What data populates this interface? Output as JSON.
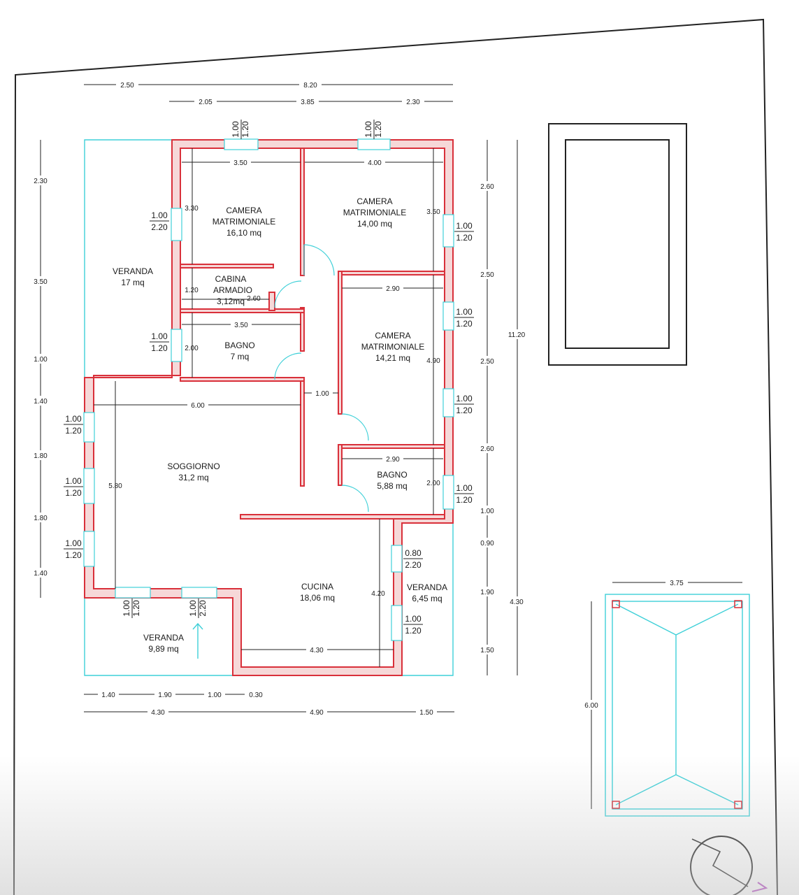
{
  "rooms": {
    "camera1": {
      "name_a": "CAMERA",
      "name_b": "MATRIMONIALE",
      "area": "16,10 mq"
    },
    "camera2": {
      "name_a": "CAMERA",
      "name_b": "MATRIMONIALE",
      "area": "14,00 mq"
    },
    "camera3": {
      "name_a": "CAMERA",
      "name_b": "MATRIMONIALE",
      "area": "14,21 mq"
    },
    "cabina": {
      "name_a": "CABINA",
      "name_b": "ARMADIO",
      "area": "3,12mq"
    },
    "bagno1": {
      "name": "BAGNO",
      "area": "7 mq"
    },
    "bagno2": {
      "name": "BAGNO",
      "area": "5,88 mq"
    },
    "soggiorno": {
      "name": "SOGGIORNO",
      "area": "31,2 mq"
    },
    "cucina": {
      "name": "CUCINA",
      "area": "18,06 mq"
    },
    "veranda_w": {
      "name": "VERANDA",
      "area": "17 mq"
    },
    "veranda_s": {
      "name": "VERANDA",
      "area": "9,89 mq"
    },
    "veranda_e": {
      "name": "VERANDA",
      "area": "6,45 mq"
    }
  },
  "dims_top": {
    "a": "2.50",
    "b": "8.20",
    "c": "2.05",
    "d": "3.85",
    "e": "2.30"
  },
  "dims_bottom": {
    "a": "1.40",
    "b": "1.90",
    "c": "1.00",
    "d": "0.30",
    "e": "4.30",
    "f": "4.90",
    "g": "1.50"
  },
  "dims_left": [
    "2.30",
    "3.50",
    "1.00",
    "1.40",
    "1.80",
    "1.80",
    "1.40"
  ],
  "dims_right_inner": [
    "2.60",
    "2.50",
    "2.50",
    "2.60",
    "1.00",
    "0.90",
    "1.90",
    "1.50"
  ],
  "dims_right_outer": {
    "a": "11.20",
    "b": "4.30"
  },
  "dims_internal": {
    "c1_w": "3.50",
    "c2_w": "4.00",
    "c1_h": "3.30",
    "c2_h": "3.50",
    "cab_h": "1.20",
    "cab_w": "2.60",
    "b1_w": "3.50",
    "b1_h": "2.00",
    "c3_w": "2.90",
    "c3_h": "4.90",
    "corr": "1.00",
    "sog_w": "6.00",
    "sog_h": "5.80",
    "b2_w": "2.90",
    "b2_h": "2.00",
    "cuc_h": "4.20",
    "cuc_w": "4.30"
  },
  "openings": {
    "w_top1_a": "1.00",
    "w_top1_b": "1.20",
    "w_top2_a": "1.00",
    "w_top2_b": "1.20",
    "d_c1_a": "1.00",
    "d_c1_b": "2.20",
    "w_c2_a": "1.00",
    "w_c2_b": "1.20",
    "w_b1_a": "1.00",
    "w_b1_b": "1.20",
    "w_c3a_a": "1.00",
    "w_c3a_b": "1.20",
    "w_c3b_a": "1.00",
    "w_c3b_b": "1.20",
    "w_s1_a": "1.00",
    "w_s1_b": "1.20",
    "w_s2_a": "1.00",
    "w_s2_b": "1.20",
    "w_s3_a": "1.00",
    "w_s3_b": "1.20",
    "w_b2_a": "1.00",
    "w_b2_b": "1.20",
    "d_cu_a": "0.80",
    "d_cu_b": "2.20",
    "w_cu_a": "1.00",
    "w_cu_b": "1.20",
    "w_bot1_a": "1.00",
    "w_bot1_b": "1.20",
    "d_bot_a": "1.00",
    "d_bot_b": "2.20"
  },
  "gazebo": {
    "w": "3.75",
    "h": "6.00"
  },
  "colors": {
    "wall": "#d9303a",
    "wall_fill": "#f6d8d8",
    "outline": "#3fd0d8",
    "line": "#222222",
    "arrow": "#b040c0"
  }
}
